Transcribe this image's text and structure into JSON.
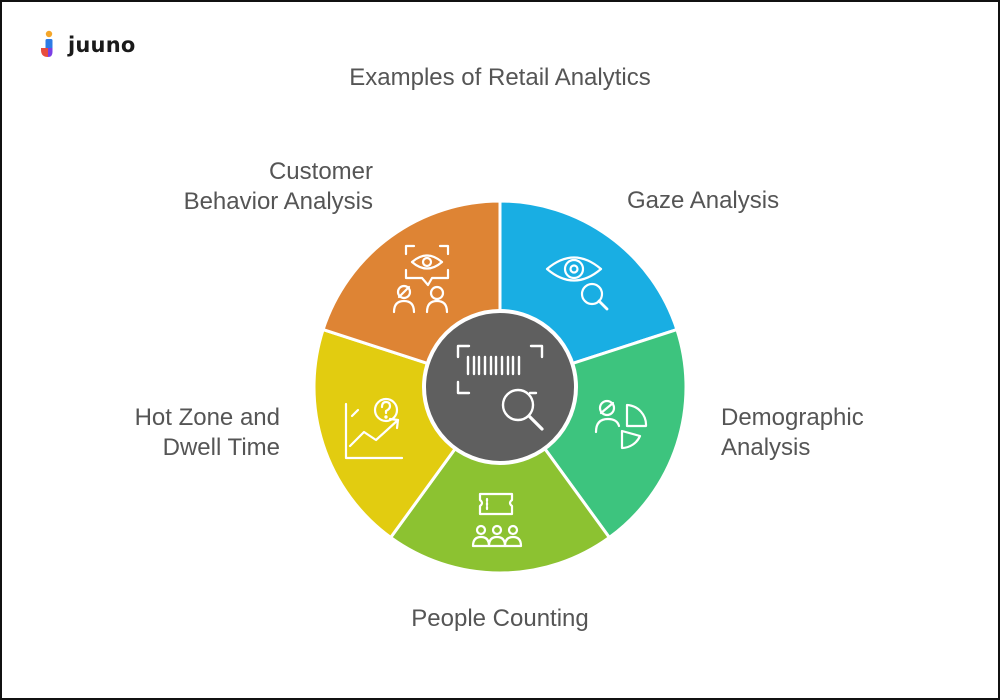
{
  "brand": {
    "name": "juuno",
    "colors": [
      "#F4A62A",
      "#2D7BE5",
      "#E84C3D",
      "#7B3FE4"
    ]
  },
  "title": "Examples of Retail Analytics",
  "center": {
    "icon": "barcode-search-icon",
    "color": "#5F5F5F"
  },
  "segments": [
    {
      "id": "gaze",
      "label": "Gaze Analysis",
      "color": "#19AEE3",
      "icon": "eye-magnifier-icon"
    },
    {
      "id": "demographic",
      "label": "Demographic Analysis",
      "lines": [
        "Demographic",
        "Analysis"
      ],
      "color": "#3DC47E",
      "icon": "person-pie-chart-icon"
    },
    {
      "id": "people-counting",
      "label": "People Counting",
      "color": "#8CC231",
      "icon": "ticket-people-icon"
    },
    {
      "id": "hot-zone",
      "label": "Hot Zone and Dwell Time",
      "lines": [
        "Hot Zone and",
        "Dwell Time"
      ],
      "color": "#E2CC10",
      "icon": "chart-question-icon"
    },
    {
      "id": "customer-behavior",
      "label": "Customer Behavior Analysis",
      "lines": [
        "Customer",
        "Behavior Analysis"
      ],
      "color": "#DE8434",
      "icon": "eye-people-icon"
    }
  ]
}
